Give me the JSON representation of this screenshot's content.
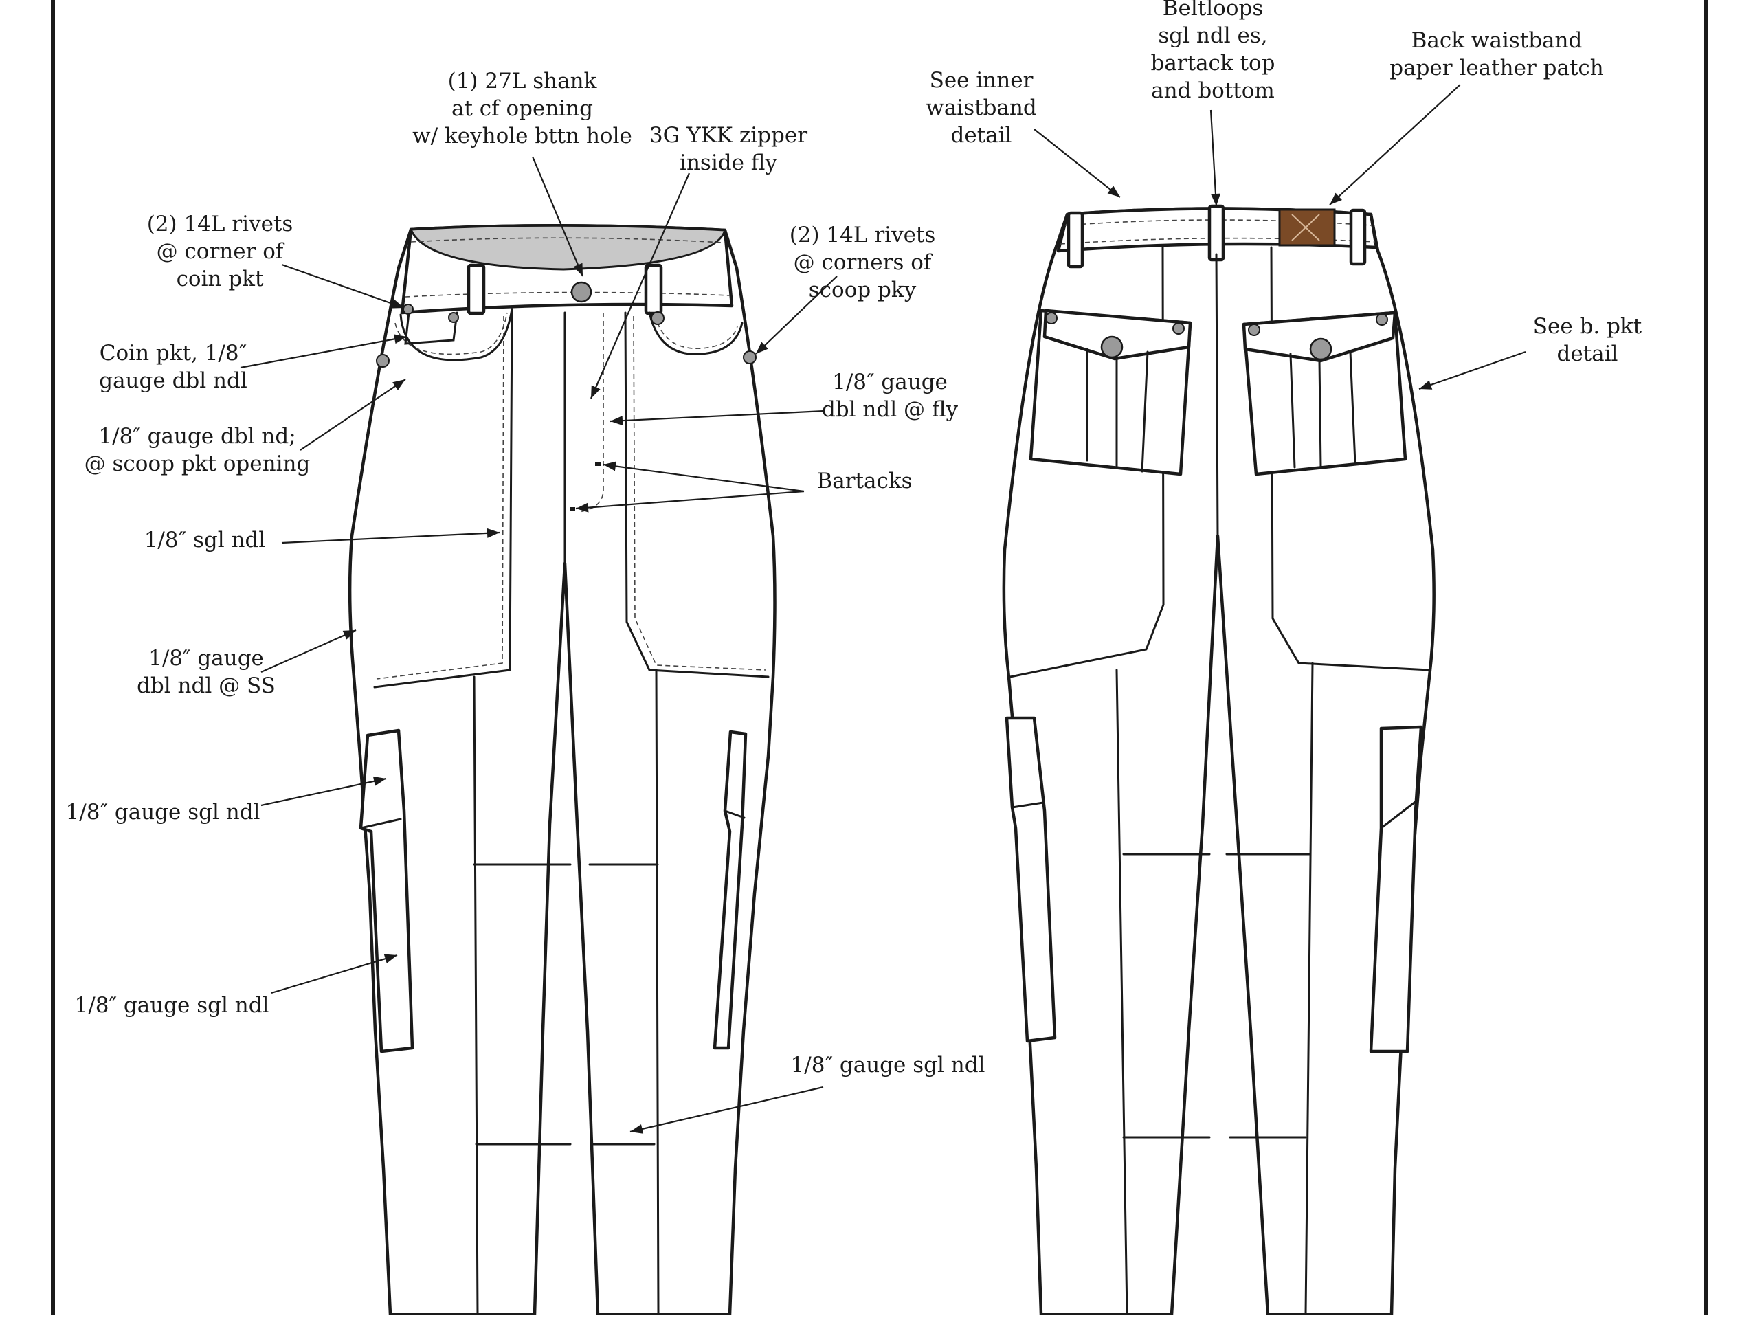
{
  "colors": {
    "ink": "#1a1a1a",
    "waistband_interior": "#c8c8c8",
    "leather_patch": "#7a4a26",
    "rivet": "#9a9a9a"
  },
  "front_callouts": [
    {
      "id": "shank",
      "lines": [
        "(1) 27L shank",
        "at cf opening",
        "w/ keyhole bttn hole"
      ]
    },
    {
      "id": "zipper",
      "lines": [
        "3G YKK zipper",
        "inside fly"
      ]
    },
    {
      "id": "rivets-coin",
      "lines": [
        "(2) 14L rivets",
        "@ corner of",
        "coin pkt"
      ]
    },
    {
      "id": "rivets-scoop",
      "lines": [
        "(2) 14L rivets",
        "@ corners of",
        "scoop pky"
      ]
    },
    {
      "id": "coin-pkt",
      "lines": [
        "Coin pkt, 1/8″",
        "gauge dbl ndl"
      ]
    },
    {
      "id": "fly-stitch",
      "lines": [
        "1/8″ gauge",
        "dbl ndl @ fly"
      ]
    },
    {
      "id": "scoop-opening",
      "lines": [
        "1/8″ gauge dbl nd;",
        "@ scoop pkt opening"
      ]
    },
    {
      "id": "bartacks",
      "lines": [
        "Bartacks"
      ]
    },
    {
      "id": "sgl-ndl-front",
      "lines": [
        "1/8″ sgl ndl"
      ]
    },
    {
      "id": "side-seam",
      "lines": [
        "1/8″ gauge",
        "dbl ndl @ SS"
      ]
    },
    {
      "id": "cargo-flap",
      "lines": [
        "1/8″ gauge sgl ndl"
      ]
    },
    {
      "id": "cargo-pocket",
      "lines": [
        "1/8″ gauge sgl ndl"
      ]
    },
    {
      "id": "knee-seam",
      "lines": [
        "1/8″ gauge sgl ndl"
      ]
    }
  ],
  "back_callouts": [
    {
      "id": "inner-waistband",
      "lines": [
        "See inner",
        "waistband",
        "detail"
      ]
    },
    {
      "id": "beltloops",
      "lines": [
        "Beltloops",
        "sgl ndl es,",
        "bartack top",
        "and bottom"
      ]
    },
    {
      "id": "back-patch",
      "lines": [
        "Back waistband",
        "paper leather patch"
      ]
    },
    {
      "id": "back-pocket",
      "lines": [
        "See b. pkt",
        "detail"
      ]
    }
  ]
}
